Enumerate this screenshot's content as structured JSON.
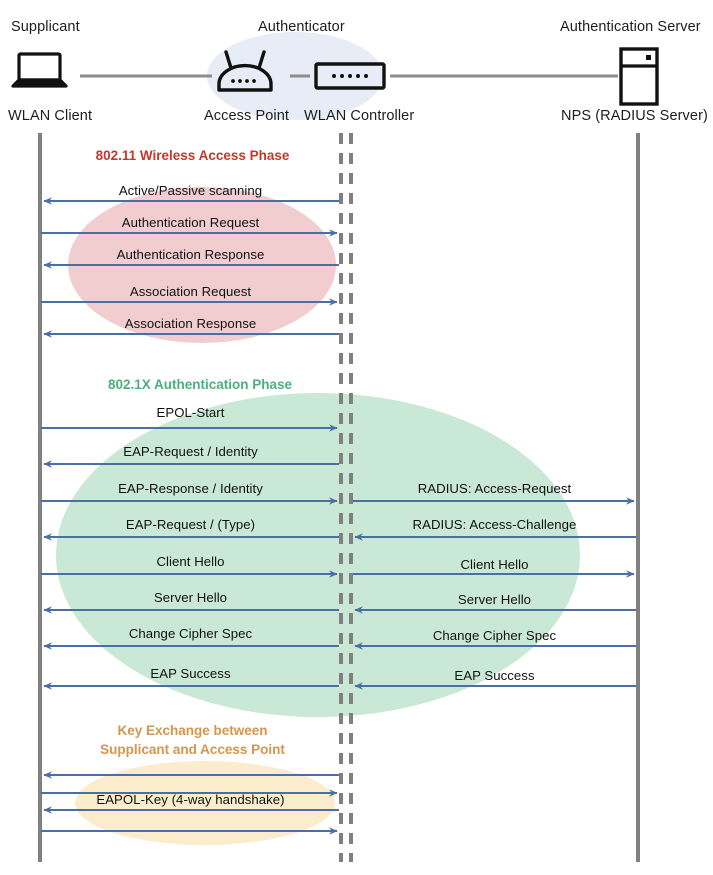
{
  "diagram": {
    "title": "802.1X / EAP WLAN authentication sequence",
    "type": "sequence-diagram",
    "colors": {
      "lifeline": "#808080",
      "arrow": "#4a6fa5",
      "phase_80211": "#c0392b",
      "phase_8021x": "#4caf7d",
      "phase_key": "#d4954f",
      "ellipse_pink": "#f2cdd0",
      "ellipse_green": "#c9e8d5",
      "ellipse_yellow": "#fbeccb",
      "ellipse_blue": "#e8ecf7",
      "connector": "#8d8d8d",
      "icon": "#111111"
    }
  },
  "actors": [
    {
      "id": "supplicant",
      "role_label": "Supplicant",
      "device_label": "WLAN Client",
      "icon": "laptop-icon"
    },
    {
      "id": "access-point",
      "role_label": "Authenticator",
      "device_label": "Access Point",
      "icon": "wireless-access-point-icon"
    },
    {
      "id": "wlan-controller",
      "role_label": "",
      "device_label": "WLAN Controller",
      "icon": "network-switch-icon"
    },
    {
      "id": "auth-server",
      "role_label": "Authentication Server",
      "device_label": "NPS (RADIUS Server)",
      "icon": "server-rack-icon"
    }
  ],
  "phases": [
    {
      "id": "phase-80211",
      "label": "802.11 Wireless Access Phase",
      "color": "#c0392b",
      "messages": [
        {
          "label": "Active/Passive scanning",
          "side": "left",
          "direction": "to-supplicant"
        },
        {
          "label": "Authentication Request",
          "side": "left",
          "direction": "to-authenticator"
        },
        {
          "label": "Authentication Response",
          "side": "left",
          "direction": "to-supplicant"
        },
        {
          "label": "Association Request",
          "side": "left",
          "direction": "to-authenticator"
        },
        {
          "label": "Association Response",
          "side": "left",
          "direction": "to-supplicant"
        }
      ]
    },
    {
      "id": "phase-8021x",
      "label": "802.1X Authentication Phase",
      "color": "#4caf7d",
      "messages": [
        {
          "label": "EPOL-Start",
          "side": "left",
          "direction": "to-authenticator"
        },
        {
          "label": "EAP-Request / Identity",
          "side": "left",
          "direction": "to-supplicant"
        },
        {
          "label": "EAP-Response / Identity",
          "side": "left",
          "direction": "to-authenticator"
        },
        {
          "label": "RADIUS: Access-Request",
          "side": "right",
          "direction": "to-server"
        },
        {
          "label": "EAP-Request / (Type)",
          "side": "left",
          "direction": "to-supplicant"
        },
        {
          "label": "RADIUS: Access-Challenge",
          "side": "right",
          "direction": "to-authenticator"
        },
        {
          "label": "Client Hello",
          "side": "left",
          "direction": "to-authenticator"
        },
        {
          "label": "Client Hello",
          "side": "right",
          "direction": "to-server"
        },
        {
          "label": "Server Hello",
          "side": "left",
          "direction": "to-supplicant"
        },
        {
          "label": "Server Hello",
          "side": "right",
          "direction": "to-authenticator"
        },
        {
          "label": "Change Cipher Spec",
          "side": "left",
          "direction": "to-supplicant"
        },
        {
          "label": "Change Cipher Spec",
          "side": "right",
          "direction": "to-authenticator"
        },
        {
          "label": "EAP Success",
          "side": "left",
          "direction": "to-supplicant"
        },
        {
          "label": "EAP Success",
          "side": "right",
          "direction": "to-authenticator"
        }
      ]
    },
    {
      "id": "phase-key-exchange",
      "label_line1": "Key Exchange between",
      "label_line2": "Supplicant and Access Point",
      "color": "#d4954f",
      "messages": [
        {
          "label": "",
          "side": "left",
          "direction": "to-supplicant"
        },
        {
          "label": "",
          "side": "left",
          "direction": "to-authenticator"
        },
        {
          "label": "EAPOL-Key (4-way handshake)",
          "side": "left",
          "direction": "to-supplicant"
        },
        {
          "label": "",
          "side": "left",
          "direction": "to-authenticator"
        }
      ]
    }
  ]
}
